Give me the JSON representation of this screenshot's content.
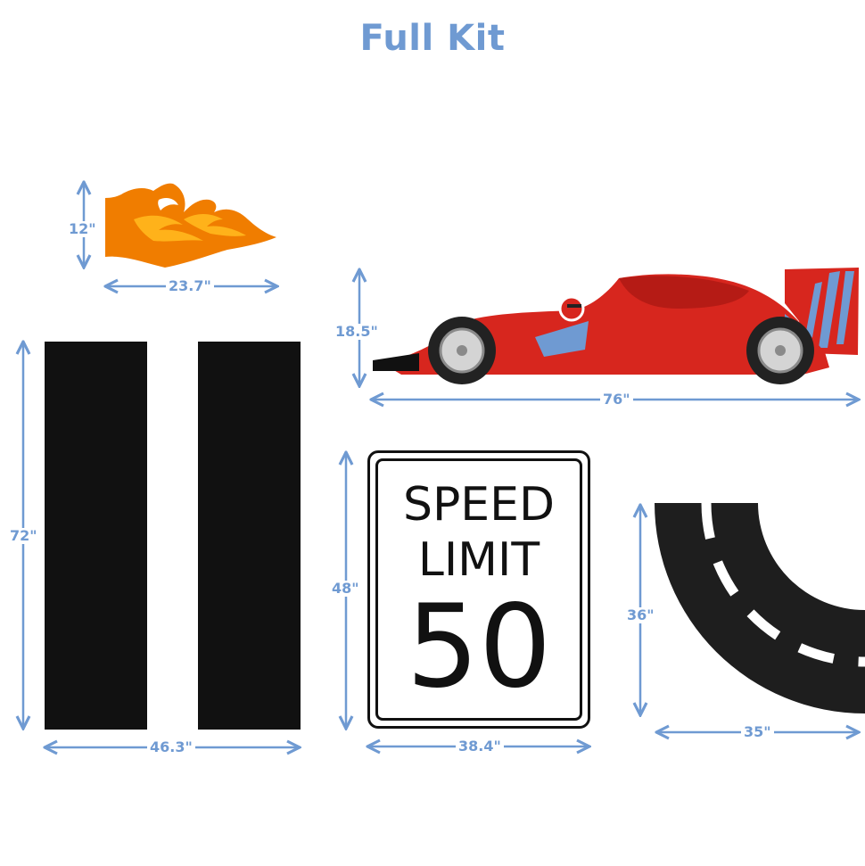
{
  "title": "Full Kit",
  "colors": {
    "accent": "#6f9ad2",
    "flame_orange": "#f07d00",
    "flame_yellow": "#ffb21a",
    "car_red": "#d7261e",
    "car_blue": "#6f9ad2",
    "stripe_black": "#111111",
    "road_dark": "#1e1e1e"
  },
  "flame": {
    "icon": "flame-decal",
    "height_label": "12\"",
    "width_label": "23.7\""
  },
  "car": {
    "icon": "race-car-decal",
    "height_label": "18.5\"",
    "width_label": "76\""
  },
  "stripes": {
    "icon": "racing-stripes-decal",
    "height_label": "72\"",
    "width_label": "46.3\""
  },
  "sign": {
    "line1": "SPEED",
    "line2": "LIMIT",
    "number": "50",
    "height_label": "48\"",
    "width_label": "38.4\""
  },
  "track": {
    "icon": "curved-road-decal",
    "height_label": "36\"",
    "width_label": "35\""
  }
}
